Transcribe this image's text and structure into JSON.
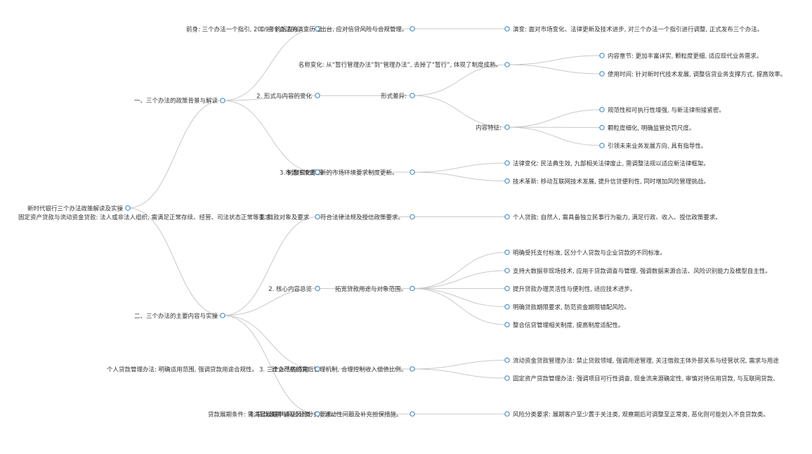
{
  "colors": {
    "node_stroke": "#4a90c8",
    "edge": "#c9c9c9",
    "text": "#333333"
  },
  "mindmap": {
    "root": "新时代银行三个办法政策解读及实操",
    "branches": [
      {
        "label": "一、三个办法的政策背景与解读",
        "children": [
          {
            "label": "前身: 三个办法一个指引, 2009年前后发布,",
            "overlay": "1. 三个办法的演变历程",
            "extra": "出台, 应对信贷风险与合规管理。",
            "children": [
              {
                "label": "演变: 面对市场变化、法律更新及技术进步, 对三个办法一个指引进行调整, 正式发布三个办法。"
              }
            ]
          },
          {
            "label": "2. 形式与内容的变化",
            "children": [
              {
                "label": "形式差异:",
                "children": [
                  {
                    "label": "名称变化: 从“暂行管理办法”到“管理办法”, 去掉了“暂行”, 体现了制度成熟。",
                    "children": [
                      {
                        "label": "内容章节: 更加丰富详实, 颗粒度更细, 适应现代业务需求。"
                      },
                      {
                        "label": "使用时间: 针对新时代技术发展, 调整信贷业务支撑方式, 提高效率。"
                      }
                    ]
                  },
                  {
                    "label": "内容特征:",
                    "children": [
                      {
                        "label": "规范性和可执行性增强, 与新法律衔接紧密。"
                      },
                      {
                        "label": "颗粒度细化, 明确监管处罚尺度。"
                      },
                      {
                        "label": "引领未来业务发展方向, 具有指导性。"
                      }
                    ]
                  }
                ]
              }
            ]
          },
          {
            "label": "3. 制度变化原因",
            "overlay": "市场环境变",
            "extra": "新的市场环境要求制度更新。",
            "children": [
              {
                "label": "法律变化: 民法典生效, 九部相关法律废止, 需调整法规以适应新法律框架。"
              },
              {
                "label": "技术革新: 移动互联网技术发展, 提升信贷便利性, 同时增加风险管理挑战。"
              }
            ]
          }
        ]
      },
      {
        "label": "二、三个办法的主要内容与实操",
        "children": [
          {
            "label": "固定资产贷款与流动资金贷款: 法人或非法人组织, 需满足正常存续、经营、司法状态正常等要求。",
            "overlay": "1. 贷款对象及要求",
            "extra": "符合法律法规及授信政策要求。",
            "children": [
              {
                "label": "个人贷款: 自然人, 需具备独立民事行为能力, 满足行政、收入、授信政策要求。"
              }
            ]
          },
          {
            "label": "2. 核心内容总览",
            "children": [
              {
                "label": "拓宽贷款用途与对象范围。",
                "children": [
                  {
                    "label": "明确受托支付标准, 区分个人贷款与企业贷款的不同标准。"
                  },
                  {
                    "label": "支持大数据非现场技术, 应用于贷款调查与管理, 强调数据来源合法、风险识别能力及模型自主性。"
                  },
                  {
                    "label": "提升贷款办理灵活性与便利性, 适应技术进步。"
                  },
                  {
                    "label": "明确贷款期限要求, 防范资金期限错配风险。"
                  },
                  {
                    "label": "整合信贷管理相关制度, 提高制度适配性。"
                  }
                ]
              }
            ]
          },
          {
            "label": "个人贷款管理办法: 明确适用范围, 强调贷款用途合规性。",
            "overlay": "3. 三个办法的适用",
            "extra": "建立严格的贷后管理机制, 合理控制收入偿债比例。",
            "children": [
              {
                "label": "流动资金贷款管理办法: 禁止贷款领域, 强调用途管理, 关注借款主体外部关系与经营状况, 需求与用途"
              },
              {
                "label": "固定资产贷款管理办法: 强调项目可行性调查, 现金流来源确定性, 审慎对待信用贷款, 与互联网贷款、"
              }
            ]
          },
          {
            "label": "贷款展期条件: 需满足展期申请及风险分类要求。",
            "overlay": "4. 贷款展期与风险分类",
            "extra": "流动性问题及补充担保措施。",
            "children": [
              {
                "label": "风险分类要求: 展期客户至少置于关注类, 观察期后可调整至正常类, 恶化则可能划入不良贷款类。"
              }
            ]
          }
        ]
      }
    ]
  }
}
